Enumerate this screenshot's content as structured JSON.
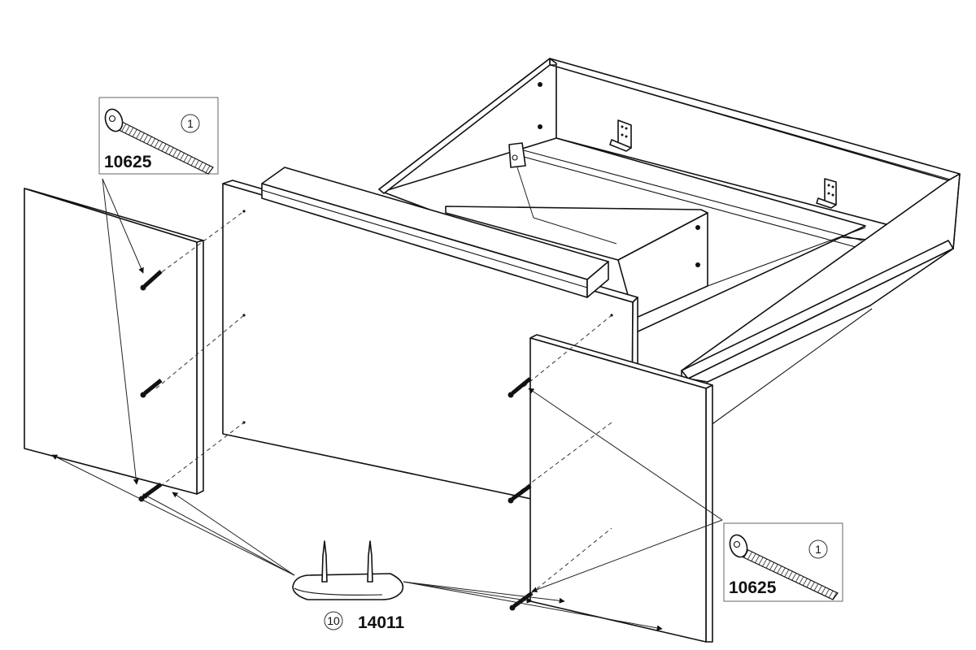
{
  "diagram": {
    "parts": [
      {
        "id": "screw-top",
        "code": "10625",
        "quantity": "1"
      },
      {
        "id": "screw-right",
        "code": "10625",
        "quantity": "1"
      },
      {
        "id": "glide",
        "code": "14011",
        "quantity": "10"
      }
    ],
    "colors": {
      "line": "#111111",
      "background": "#ffffff"
    },
    "icons": [
      "bolt-icon",
      "furniture-glide-icon"
    ]
  }
}
